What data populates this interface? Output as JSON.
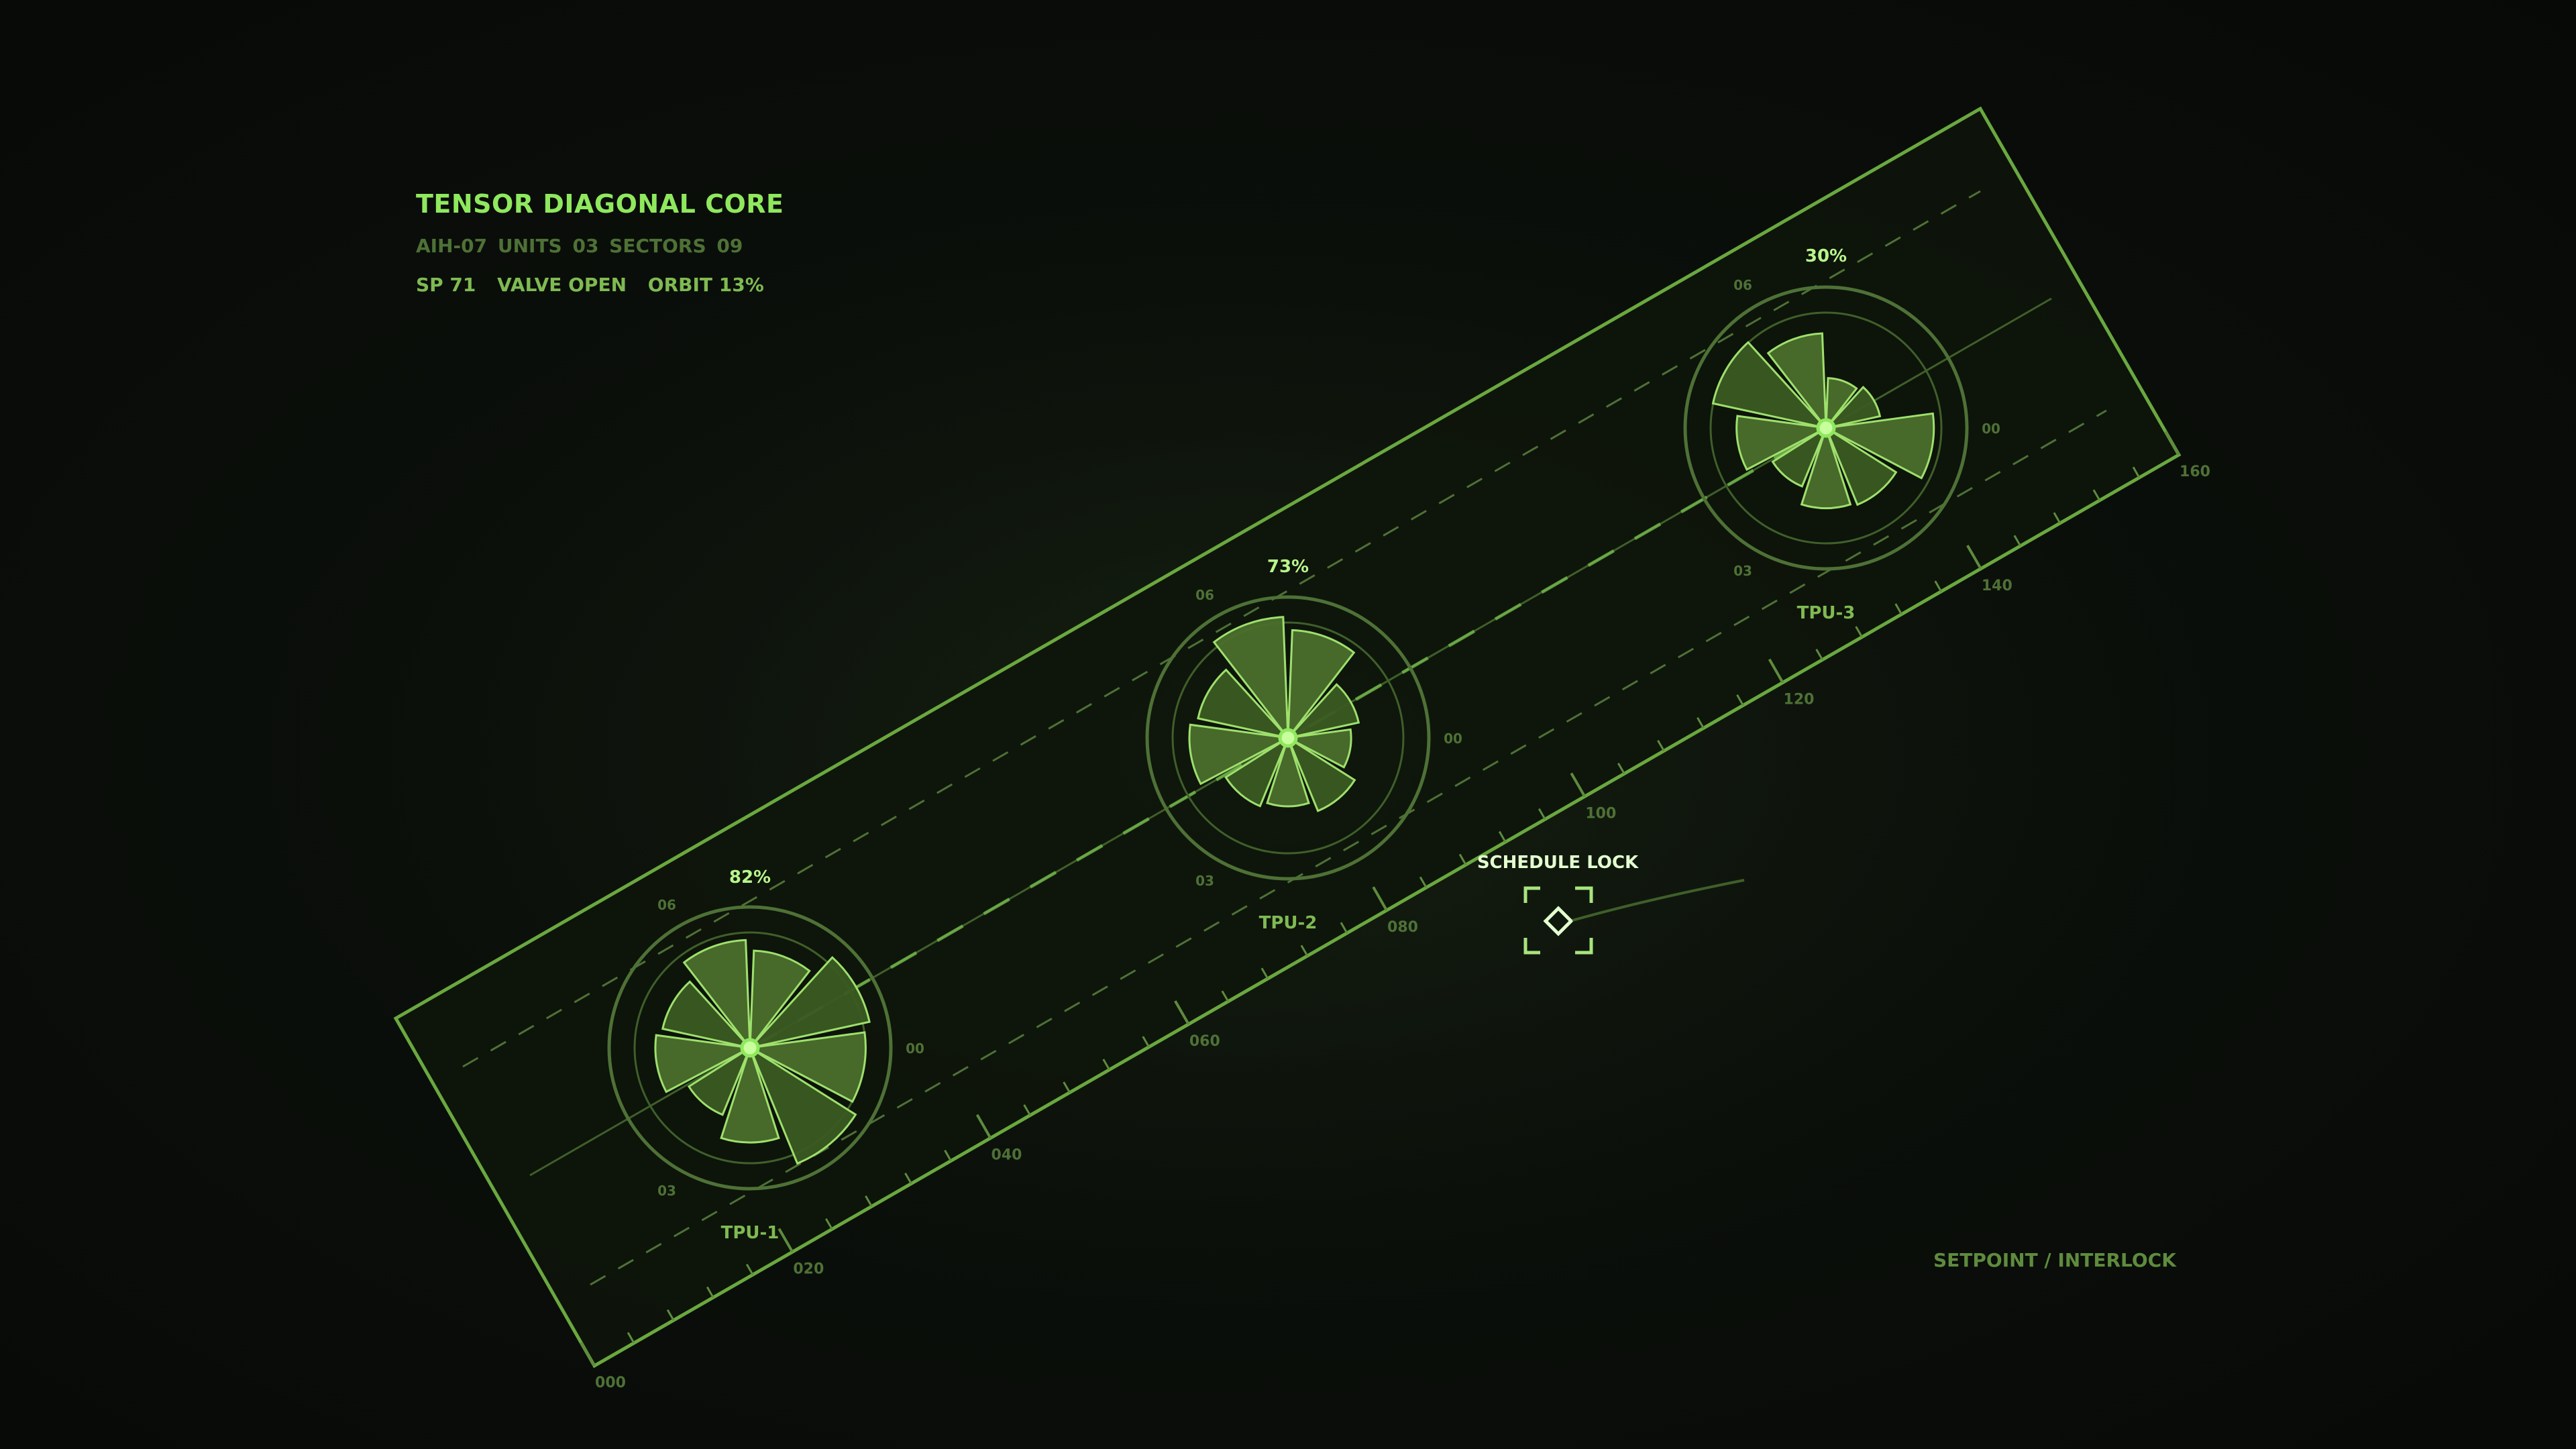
{
  "header": {
    "title": "TENSOR DIAGONAL CORE",
    "meta": "AIH-07  UNITS 03  SECTORS 09",
    "status": {
      "sp": "SP 71",
      "valve": "VALVE OPEN",
      "orbit": "ORBIT 13%"
    }
  },
  "units": [
    {
      "name": "TPU-1",
      "load": "82%",
      "ticks": [
        "06",
        "00",
        "03"
      ],
      "sectors": [
        0.74,
        0.93,
        0.88,
        0.95,
        0.72,
        0.55,
        0.72,
        0.68,
        0.82
      ]
    },
    {
      "name": "TPU-2",
      "load": "73%",
      "ticks": [
        "06",
        "00",
        "03"
      ],
      "sectors": [
        0.82,
        0.55,
        0.48,
        0.6,
        0.52,
        0.56,
        0.75,
        0.7,
        0.92
      ]
    },
    {
      "name": "TPU-3",
      "load": "30%",
      "ticks": [
        "06",
        "00",
        "03"
      ],
      "sectors": [
        0.38,
        0.42,
        0.82,
        0.63,
        0.61,
        0.48,
        0.68,
        0.88,
        0.72
      ]
    }
  ],
  "scale": {
    "labels": [
      "000",
      "020",
      "040",
      "060",
      "080",
      "100",
      "120",
      "140",
      "160"
    ]
  },
  "lock": {
    "label": "SCHEDULE LOCK"
  },
  "footer": {
    "label": "SETPOINT / INTERLOCK"
  },
  "colors": {
    "accent": "#8fe85e",
    "dim": "#4e7136",
    "panel": "#0f170c",
    "sector_fill": "#4b6e2c",
    "sector_dark": "#3b5a22"
  }
}
